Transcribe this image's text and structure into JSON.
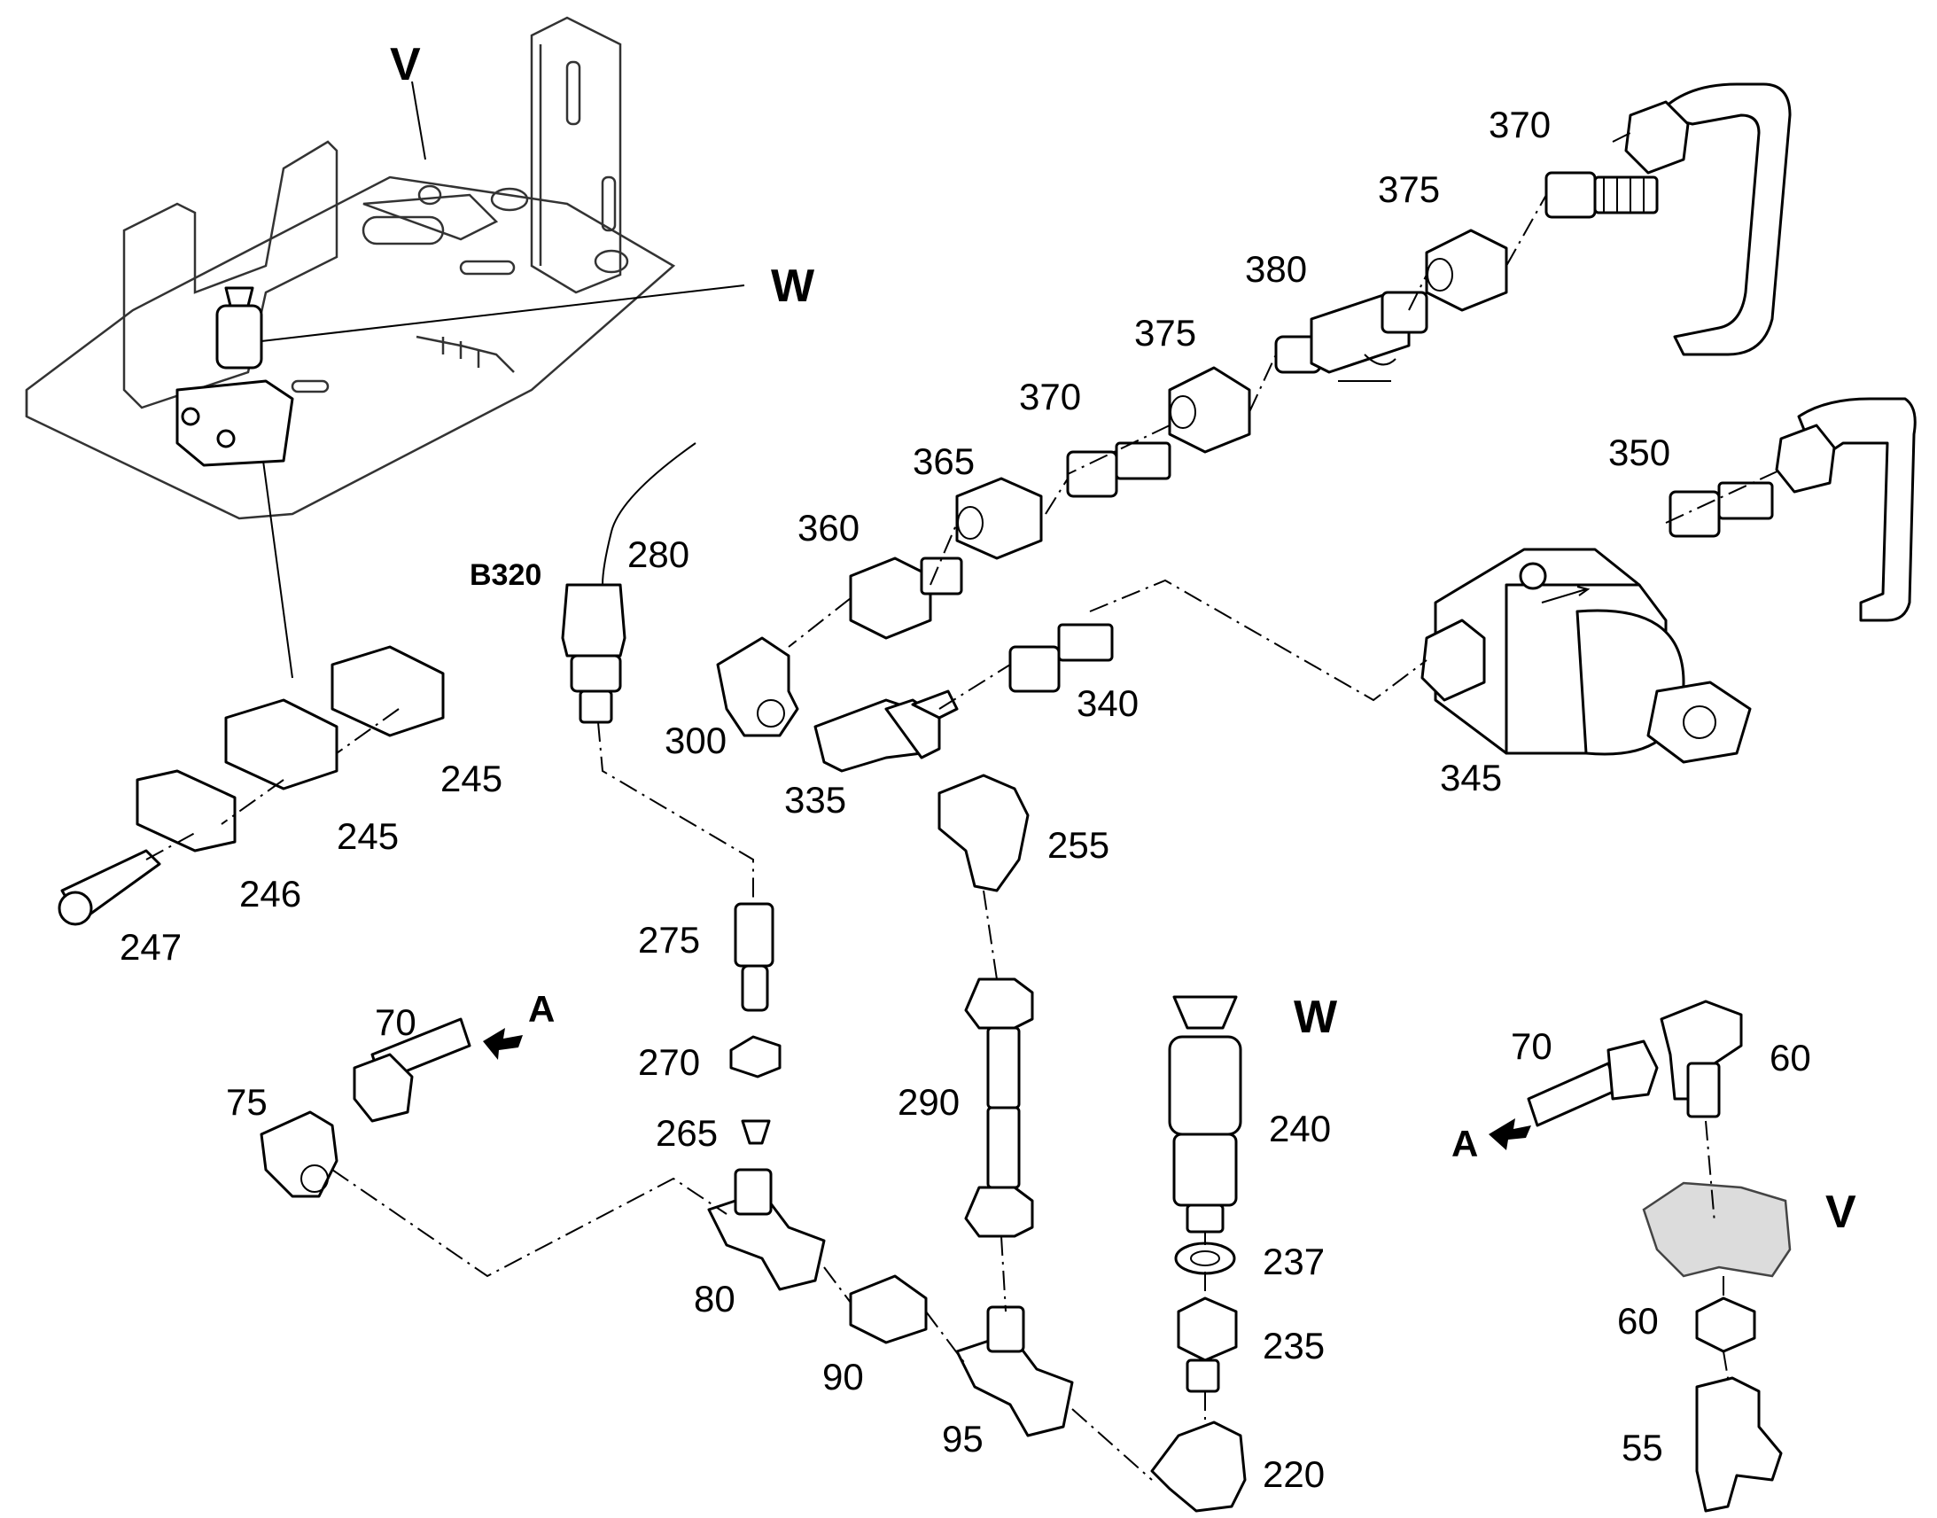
{
  "diagram": {
    "views": {
      "view_v": "V",
      "view_w": "W"
    },
    "arrow_label": "A",
    "sensor_label": "B320",
    "part_numbers": [
      "370",
      "375",
      "380",
      "375",
      "370",
      "365",
      "360",
      "350",
      "340",
      "345",
      "300",
      "335",
      "255",
      "280",
      "275",
      "270",
      "265",
      "245",
      "245",
      "246",
      "247",
      "70",
      "75",
      "80",
      "90",
      "95",
      "290",
      "240",
      "237",
      "235",
      "220",
      "70",
      "60",
      "60",
      "55"
    ]
  }
}
